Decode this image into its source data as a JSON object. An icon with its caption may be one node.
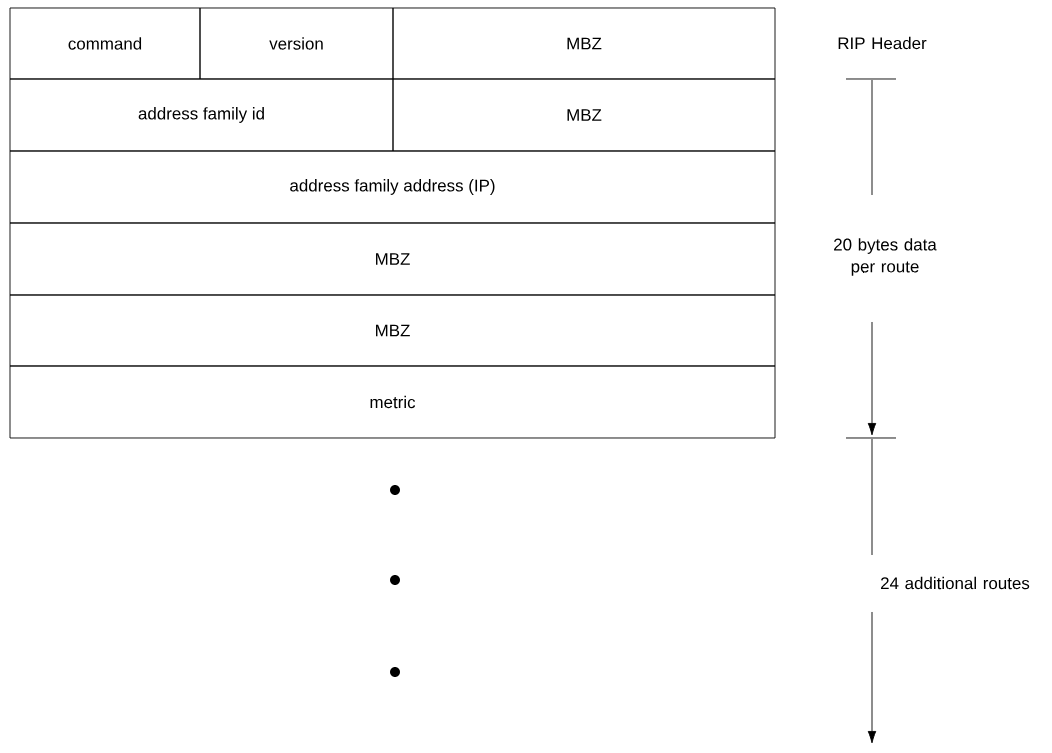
{
  "diagram": {
    "labels": [
      "command",
      "version",
      "MBZ",
      "address family id",
      "MBZ",
      "address family address (IP)",
      "MBZ",
      "MBZ",
      "metric",
      "RIP Header",
      "20 bytes data per route",
      "24 additional routes"
    ]
  }
}
